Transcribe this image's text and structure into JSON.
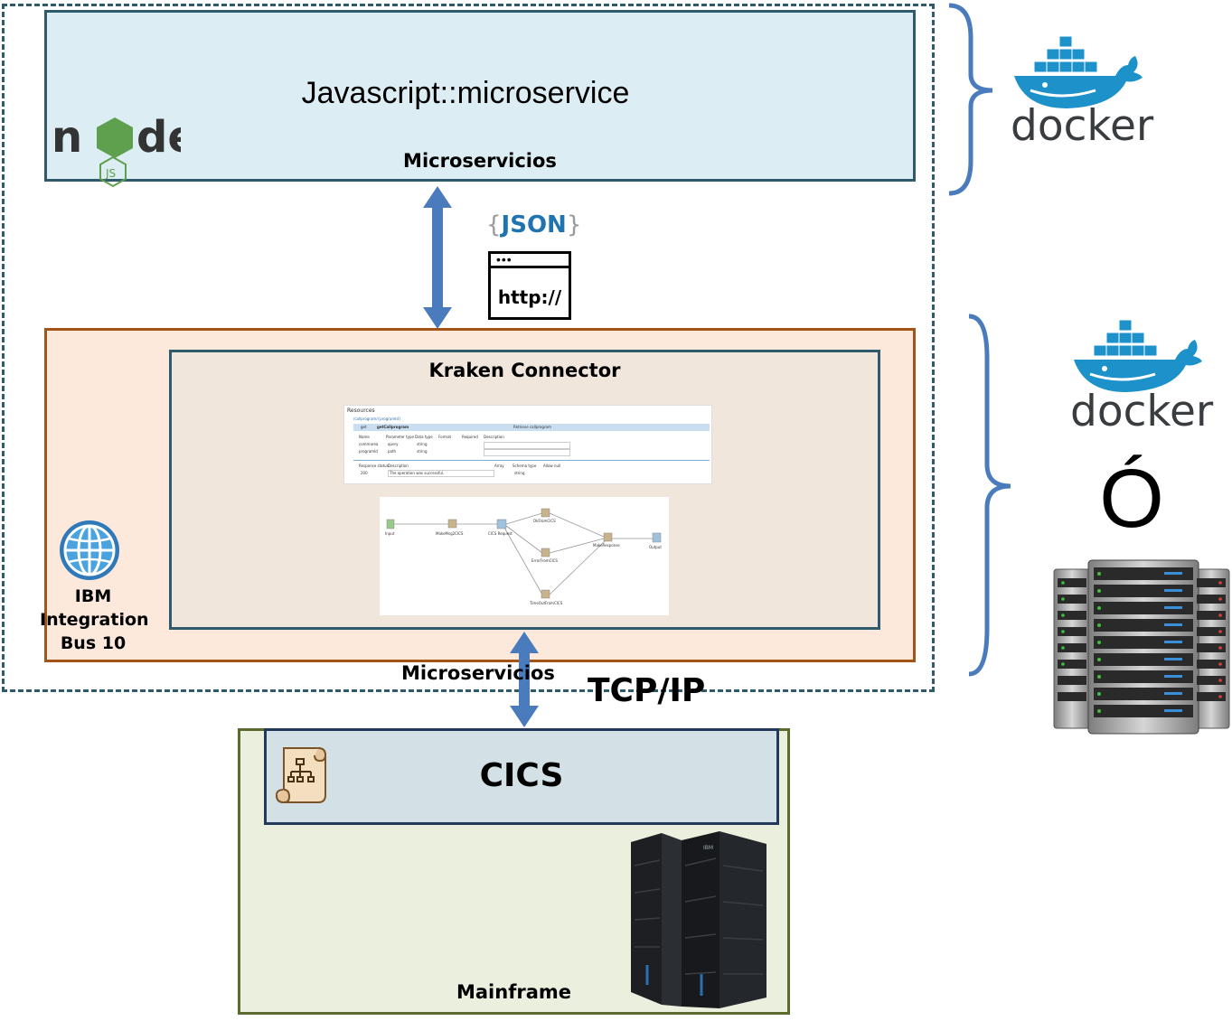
{
  "microservice_block": {
    "title": "Javascript::microservice",
    "subtitle": "Microservicios",
    "logo_text": "node"
  },
  "connector_labels": {
    "json": "JSON",
    "json_brace_open": "{",
    "json_brace_close": "}",
    "http": "http://",
    "tcp": "TCP/IP",
    "microservicios_bottom": "Microservicios"
  },
  "iib_block": {
    "kraken_title": "Kraken Connector",
    "label_line1": "IBM",
    "label_line2": "Integration",
    "label_line3": "Bus 10",
    "resources_heading": "Resources",
    "resources_path": "/callprogram/{programId}",
    "operation_method": "get",
    "operation_name": "getCallprogram",
    "operation_summary": "Retrieve callprogram",
    "param_headers": [
      "Name",
      "Parameter type",
      "Data type",
      "Format",
      "Required",
      "Description"
    ],
    "param_rows": [
      [
        "commarea",
        "query",
        "string"
      ],
      [
        "programId",
        "path",
        "string"
      ]
    ],
    "response_headers": [
      "Response status",
      "Description",
      "Array",
      "Schema type",
      "Allow null"
    ],
    "response_row": [
      "200",
      "The operation was successful.",
      "string"
    ],
    "flow_nodes": [
      "Input",
      "MakeMsg2CICS",
      "CICS Request",
      "OkFromCICS",
      "ErrorFromCICS",
      "TimeOutFromCICS",
      "MakeResponse",
      "Output"
    ]
  },
  "right_side": {
    "docker_label_top": "docker",
    "docker_label_bottom": "docker",
    "or_text": "Ó"
  },
  "mainframe_block": {
    "cics_title": "CICS",
    "label": "Mainframe",
    "ibm_badge": "IBM"
  },
  "colors": {
    "ms_fill": "#dcedf3",
    "ms_border": "#2f5a6b",
    "iib_fill": "#fce9db",
    "iib_border": "#a45418",
    "kraken_fill": "#f1e6db",
    "mf_fill": "#ebefdd",
    "mf_border": "#5b6b2d",
    "cics_fill": "#d3e1e6",
    "cics_border": "#22395c",
    "arrow": "#4a7bbd",
    "brace": "#4a7bbd",
    "docker_blue": "#1d91c9"
  }
}
